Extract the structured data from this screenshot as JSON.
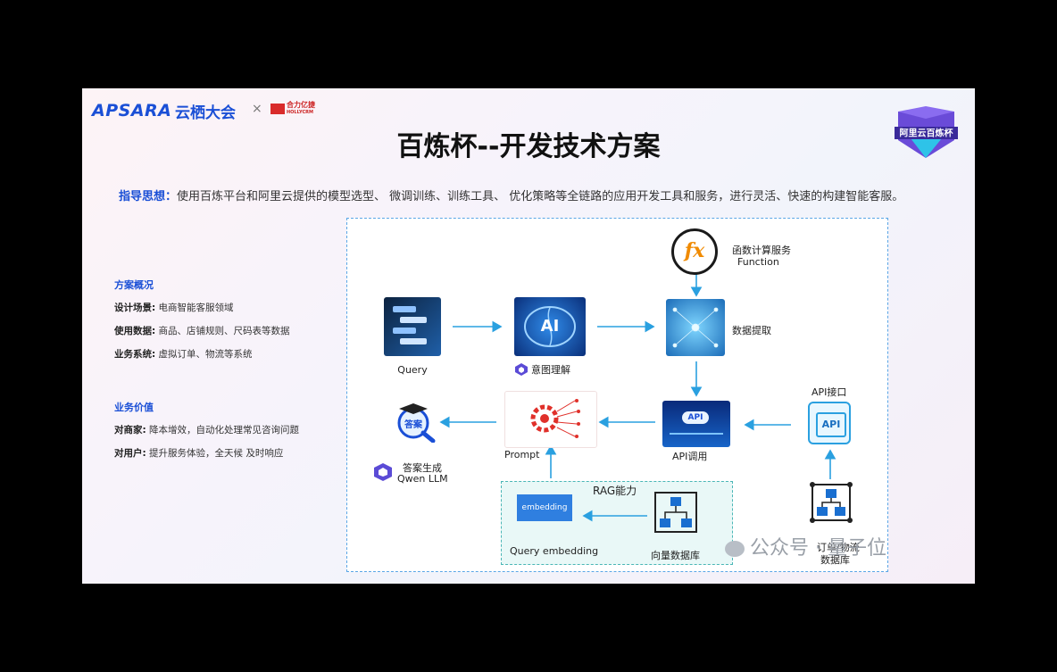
{
  "header": {
    "logo_apsara": "APSARA",
    "logo_yunqi": "云栖大会",
    "logo_x": "×",
    "logo_partner": "合力亿捷",
    "logo_partner_en": "HOLLYCRM",
    "badge_text": "阿里云百炼杯"
  },
  "title": "百炼杯--开发技术方案",
  "guide": {
    "label": "指导思想：",
    "text": "使用百炼平台和阿里云提供的模型选型、 微调训练、训练工具、 优化策略等全链路的应用开发工具和服务，进行灵活、快速的构建智能客服。"
  },
  "overview": {
    "title": "方案概况",
    "items": [
      {
        "key": "设计场景:",
        "value": "电商智能客服领域"
      },
      {
        "key": "使用数据:",
        "value": "商品、店铺规则、尺码表等数据"
      },
      {
        "key": "业务系统:",
        "value": "虚拟订单、物流等系统"
      }
    ]
  },
  "value": {
    "title": "业务价值",
    "items": [
      {
        "key": "对商家:",
        "value": "降本增效，自动化处理常见咨询问题"
      },
      {
        "key": "对用户:",
        "value": "提升服务体验，全天候 及时响应"
      }
    ]
  },
  "diagram": {
    "query": "Query",
    "ai_text": "AI",
    "intent": "意图理解",
    "fx_symbol": "fx",
    "function_cn": "函数计算服务",
    "function_en": "Function",
    "extract": "数据提取",
    "api_icon_text": "API",
    "api_port": "API接口",
    "api_call": "API调用",
    "prompt": "Prompt",
    "answer_icon": "答案",
    "answer_gen": "答案生成",
    "qwen": "Qwen LLM",
    "rag_title": "RAG能力",
    "embedding_icon": "embedding",
    "query_embedding": "Query embedding",
    "vector_db": "向量数据库",
    "order_db_line1": "订单/物流",
    "order_db_line2": "数据库"
  },
  "watermark": "公众号 · 量子位",
  "colors": {
    "accent": "#1a4fd6",
    "arrow": "#2aa0e0",
    "title": "#111111"
  }
}
